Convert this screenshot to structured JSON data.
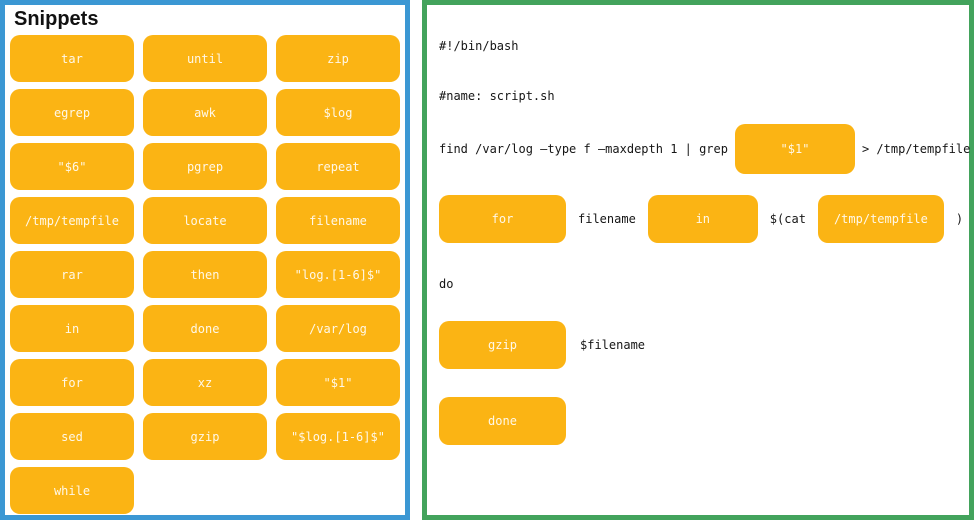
{
  "colors": {
    "left_panel_border": "#3b97d3",
    "right_panel_border": "#43a35c",
    "chip_background": "#fbb414",
    "chip_text": "#ffffff",
    "code_text": "#161616"
  },
  "left_panel": {
    "title": "Snippets",
    "snippets": [
      "tar",
      "until",
      "zip",
      "egrep",
      "awk",
      "$log",
      "\"$6\"",
      "pgrep",
      "repeat",
      "/tmp/tempfile",
      "locate",
      "filename",
      "rar",
      "then",
      "\"log.[1-6]$\"",
      "in",
      "done",
      "/var/log",
      "for",
      "xz",
      "\"$1\"",
      "sed",
      "gzip",
      "\"$log.[1-6]$\"",
      "while"
    ]
  },
  "right_panel": {
    "lines": [
      {
        "segments": [
          {
            "kind": "text",
            "value": "#!/bin/bash"
          }
        ]
      },
      {
        "segments": [
          {
            "kind": "text",
            "value": "#name: script.sh"
          }
        ]
      },
      {
        "segments": [
          {
            "kind": "text",
            "value": "find /var/log –type f –maxdepth 1 | grep"
          },
          {
            "kind": "chip",
            "value": "\"$1\""
          },
          {
            "kind": "text",
            "value": "> /tmp/tempfile"
          }
        ]
      },
      {
        "segments": [
          {
            "kind": "chip",
            "value": "for"
          },
          {
            "kind": "text",
            "value": "filename"
          },
          {
            "kind": "chip",
            "value": "in"
          },
          {
            "kind": "text",
            "value": "$(cat"
          },
          {
            "kind": "chip",
            "value": "/tmp/tempfile"
          },
          {
            "kind": "text",
            "value": ")"
          }
        ]
      },
      {
        "segments": [
          {
            "kind": "text",
            "value": "do"
          }
        ]
      },
      {
        "segments": [
          {
            "kind": "chip",
            "value": "gzip"
          },
          {
            "kind": "text",
            "value": "$filename"
          }
        ]
      },
      {
        "segments": [
          {
            "kind": "chip",
            "value": "done"
          }
        ]
      }
    ]
  }
}
